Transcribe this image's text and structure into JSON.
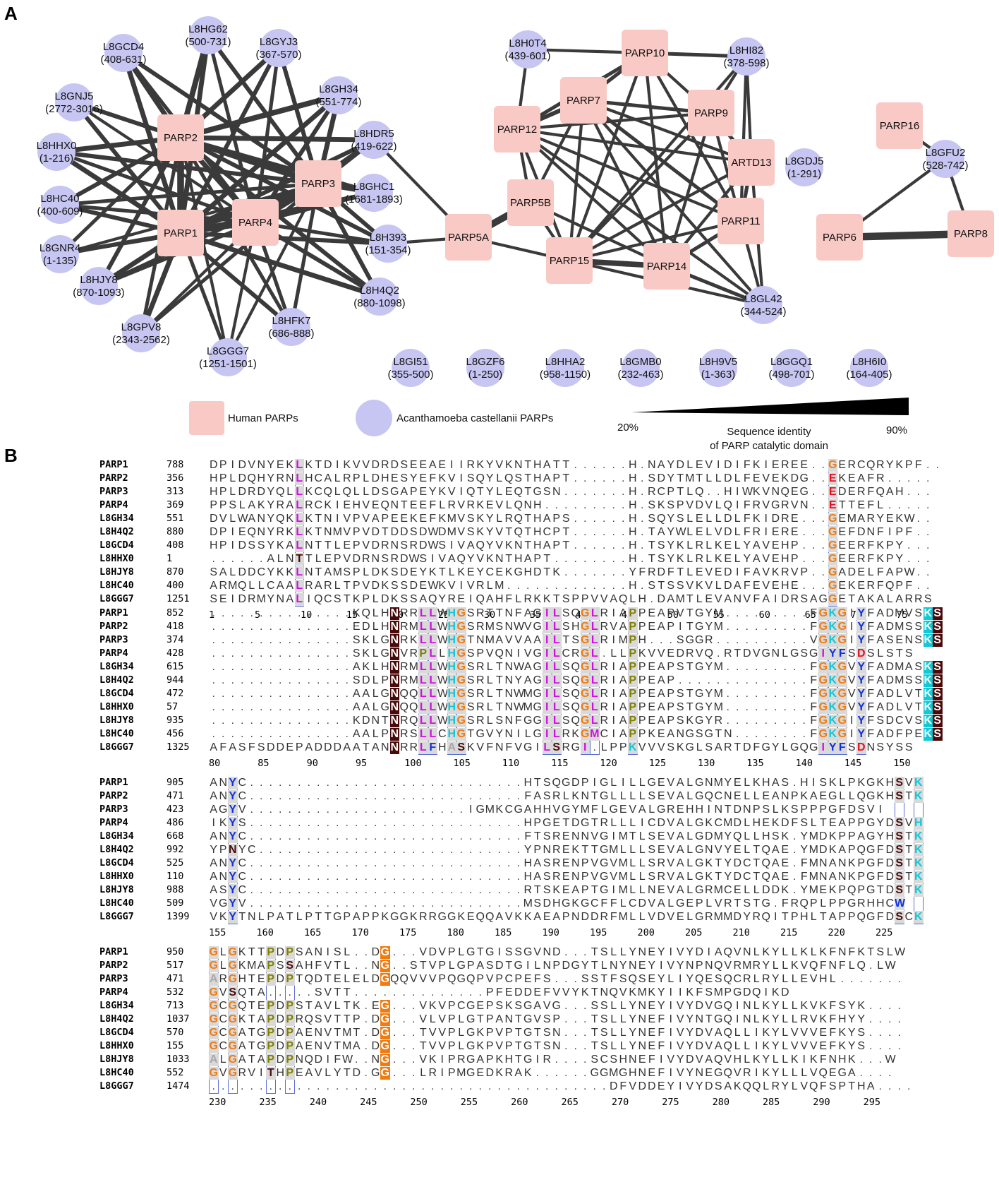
{
  "panel_a_label": "A",
  "panel_b_label": "B",
  "nodes": [
    {
      "id": "L8GCD4",
      "range": "(408-631)",
      "kind": "amoeba"
    },
    {
      "id": "L8HG62",
      "range": "(500-731)",
      "kind": "amoeba"
    },
    {
      "id": "L8GYJ3",
      "range": "(367-570)",
      "kind": "amoeba"
    },
    {
      "id": "L8GNJ5",
      "range": "(2772-3016)",
      "kind": "amoeba"
    },
    {
      "id": "L8GH34",
      "range": "(551-774)",
      "kind": "amoeba",
      "highlight": true
    },
    {
      "id": "L8HDR5",
      "range": "(419-622)",
      "kind": "amoeba"
    },
    {
      "id": "L8HHX0",
      "range": "(1-216)",
      "kind": "amoeba"
    },
    {
      "id": "L8GHC1",
      "range": "(1681-1893)",
      "kind": "amoeba"
    },
    {
      "id": "L8HC40",
      "range": "(400-609)",
      "kind": "amoeba"
    },
    {
      "id": "L8H393",
      "range": "(151-354)",
      "kind": "amoeba"
    },
    {
      "id": "L8GNR4",
      "range": "(1-135)",
      "kind": "amoeba"
    },
    {
      "id": "L8HJY8",
      "range": "(870-1093)",
      "kind": "amoeba"
    },
    {
      "id": "L8H4Q2",
      "range": "(880-1098)",
      "kind": "amoeba"
    },
    {
      "id": "L8GPV8",
      "range": "(2343-2562)",
      "kind": "amoeba"
    },
    {
      "id": "L8HFK7",
      "range": "(686-888)",
      "kind": "amoeba"
    },
    {
      "id": "L8GGG7",
      "range": "(1251-1501)",
      "kind": "amoeba"
    },
    {
      "id": "L8H0T4",
      "range": "(439-601)",
      "kind": "amoeba"
    },
    {
      "id": "L8HI82",
      "range": "(378-598)",
      "kind": "amoeba"
    },
    {
      "id": "L8GL42",
      "range": "(344-524)",
      "kind": "amoeba"
    },
    {
      "id": "L8GDJ5",
      "range": "(1-291)",
      "kind": "amoeba"
    },
    {
      "id": "L8GFU2",
      "range": "(528-742)",
      "kind": "amoeba"
    },
    {
      "id": "L8GI51",
      "range": "(355-500)",
      "kind": "amoeba"
    },
    {
      "id": "L8GZF6",
      "range": "(1-250)",
      "kind": "amoeba"
    },
    {
      "id": "L8HHA2",
      "range": "(958-1150)",
      "kind": "amoeba"
    },
    {
      "id": "L8GMB0",
      "range": "(232-463)",
      "kind": "amoeba"
    },
    {
      "id": "L8H9V5",
      "range": "(1-363)",
      "kind": "amoeba"
    },
    {
      "id": "L8GGQ1",
      "range": "(498-701)",
      "kind": "amoeba"
    },
    {
      "id": "L8H6I0",
      "range": "(164-405)",
      "kind": "amoeba"
    },
    {
      "id": "PARP1",
      "kind": "human"
    },
    {
      "id": "PARP2",
      "kind": "human"
    },
    {
      "id": "PARP3",
      "kind": "human"
    },
    {
      "id": "PARP4",
      "kind": "human"
    },
    {
      "id": "PARP5A",
      "kind": "human"
    },
    {
      "id": "PARP5B",
      "kind": "human"
    },
    {
      "id": "PARP7",
      "kind": "human"
    },
    {
      "id": "PARP9",
      "kind": "human"
    },
    {
      "id": "PARP10",
      "kind": "human"
    },
    {
      "id": "PARP11",
      "kind": "human"
    },
    {
      "id": "PARP12",
      "kind": "human"
    },
    {
      "id": "PARP14",
      "kind": "human"
    },
    {
      "id": "PARP15",
      "kind": "human"
    },
    {
      "id": "ARTD13",
      "kind": "human"
    },
    {
      "id": "PARP16",
      "kind": "human"
    },
    {
      "id": "PARP6",
      "kind": "human"
    },
    {
      "id": "PARP8",
      "kind": "human"
    }
  ],
  "edges": [
    [
      "PARP1",
      "PARP2",
      0.9
    ],
    [
      "PARP1",
      "PARP3",
      0.8
    ],
    [
      "PARP1",
      "PARP4",
      0.6
    ],
    [
      "PARP2",
      "PARP3",
      0.8
    ],
    [
      "PARP2",
      "PARP4",
      0.6
    ],
    [
      "PARP3",
      "PARP4",
      0.6
    ],
    [
      "PARP1",
      "L8GCD4",
      0.6
    ],
    [
      "PARP2",
      "L8GCD4",
      0.6
    ],
    [
      "PARP3",
      "L8GCD4",
      0.5
    ],
    [
      "PARP4",
      "L8GCD4",
      0.4
    ],
    [
      "PARP1",
      "L8HG62",
      0.6
    ],
    [
      "PARP2",
      "L8HG62",
      0.7
    ],
    [
      "PARP3",
      "L8HG62",
      0.5
    ],
    [
      "PARP4",
      "L8HG62",
      0.4
    ],
    [
      "PARP1",
      "L8GYJ3",
      0.5
    ],
    [
      "PARP2",
      "L8GYJ3",
      0.6
    ],
    [
      "PARP3",
      "L8GYJ3",
      0.5
    ],
    [
      "PARP4",
      "L8GYJ3",
      0.4
    ],
    [
      "PARP1",
      "L8GNJ5",
      0.5
    ],
    [
      "PARP2",
      "L8GNJ5",
      0.5
    ],
    [
      "PARP3",
      "L8GNJ5",
      0.4
    ],
    [
      "PARP4",
      "L8GNJ5",
      0.3
    ],
    [
      "PARP1",
      "L8GH34",
      0.6
    ],
    [
      "PARP2",
      "L8GH34",
      0.7
    ],
    [
      "PARP3",
      "L8GH34",
      0.6
    ],
    [
      "PARP4",
      "L8GH34",
      0.5
    ],
    [
      "PARP1",
      "L8HDR5",
      0.5
    ],
    [
      "PARP2",
      "L8HDR5",
      0.6
    ],
    [
      "PARP3",
      "L8HDR5",
      0.6
    ],
    [
      "PARP4",
      "L8HDR5",
      0.4
    ],
    [
      "PARP1",
      "L8HHX0",
      0.6
    ],
    [
      "PARP2",
      "L8HHX0",
      0.6
    ],
    [
      "PARP3",
      "L8HHX0",
      0.5
    ],
    [
      "PARP4",
      "L8HHX0",
      0.4
    ],
    [
      "PARP1",
      "L8GHC1",
      0.5
    ],
    [
      "PARP2",
      "L8GHC1",
      0.5
    ],
    [
      "PARP3",
      "L8GHC1",
      0.5
    ],
    [
      "PARP4",
      "L8GHC1",
      0.4
    ],
    [
      "PARP1",
      "L8HC40",
      0.5
    ],
    [
      "PARP2",
      "L8HC40",
      0.5
    ],
    [
      "PARP3",
      "L8HC40",
      0.4
    ],
    [
      "PARP4",
      "L8HC40",
      0.4
    ],
    [
      "PARP1",
      "L8H393",
      0.5
    ],
    [
      "PARP2",
      "L8H393",
      0.5
    ],
    [
      "PARP3",
      "L8H393",
      0.5
    ],
    [
      "PARP4",
      "L8H393",
      0.4
    ],
    [
      "PARP1",
      "L8GNR4",
      0.5
    ],
    [
      "PARP2",
      "L8GNR4",
      0.4
    ],
    [
      "PARP3",
      "L8GNR4",
      0.3
    ],
    [
      "PARP4",
      "L8GNR4",
      0.3
    ],
    [
      "PARP1",
      "L8HJY8",
      0.6
    ],
    [
      "PARP2",
      "L8HJY8",
      0.5
    ],
    [
      "PARP3",
      "L8HJY8",
      0.4
    ],
    [
      "PARP4",
      "L8HJY8",
      0.4
    ],
    [
      "PARP1",
      "L8H4Q2",
      0.6
    ],
    [
      "PARP2",
      "L8H4Q2",
      0.5
    ],
    [
      "PARP3",
      "L8H4Q2",
      0.5
    ],
    [
      "PARP4",
      "L8H4Q2",
      0.5
    ],
    [
      "PARP1",
      "L8GPV8",
      0.6
    ],
    [
      "PARP2",
      "L8GPV8",
      0.4
    ],
    [
      "PARP3",
      "L8GPV8",
      0.4
    ],
    [
      "PARP4",
      "L8GPV8",
      0.3
    ],
    [
      "PARP1",
      "L8HFK7",
      0.5
    ],
    [
      "PARP2",
      "L8HFK7",
      0.4
    ],
    [
      "PARP3",
      "L8HFK7",
      0.4
    ],
    [
      "PARP4",
      "L8HFK7",
      0.4
    ],
    [
      "PARP1",
      "L8GGG7",
      0.4
    ],
    [
      "PARP2",
      "L8GGG7",
      0.3
    ],
    [
      "PARP3",
      "L8GGG7",
      0.3
    ],
    [
      "PARP4",
      "L8GGG7",
      0.3
    ],
    [
      "L8HDR5",
      "PARP5A",
      0.3
    ],
    [
      "L8H393",
      "PARP5A",
      0.3
    ],
    [
      "PARP5A",
      "PARP5B",
      0.9
    ],
    [
      "PARP5A",
      "PARP15",
      0.3
    ],
    [
      "PARP5B",
      "PARP15",
      0.3
    ],
    [
      "PARP5B",
      "PARP12",
      0.3
    ],
    [
      "PARP5B",
      "PARP7",
      0.3
    ],
    [
      "PARP5B",
      "PARP14",
      0.3
    ],
    [
      "PARP12",
      "PARP7",
      0.5
    ],
    [
      "PARP12",
      "PARP10",
      0.4
    ],
    [
      "PARP12",
      "L8H0T4",
      0.3
    ],
    [
      "PARP12",
      "PARP9",
      0.3
    ],
    [
      "PARP12",
      "ARTD13",
      0.3
    ],
    [
      "PARP12",
      "PARP11",
      0.3
    ],
    [
      "PARP12",
      "PARP14",
      0.3
    ],
    [
      "PARP12",
      "PARP15",
      0.3
    ],
    [
      "PARP7",
      "PARP10",
      0.4
    ],
    [
      "PARP7",
      "PARP9",
      0.4
    ],
    [
      "PARP7",
      "ARTD13",
      0.3
    ],
    [
      "PARP7",
      "PARP11",
      0.4
    ],
    [
      "PARP7",
      "PARP14",
      0.3
    ],
    [
      "PARP7",
      "PARP15",
      0.3
    ],
    [
      "PARP7",
      "L8GL42",
      0.3
    ],
    [
      "PARP10",
      "L8H0T4",
      0.3
    ],
    [
      "PARP10",
      "L8HI82",
      0.4
    ],
    [
      "PARP10",
      "PARP9",
      0.3
    ],
    [
      "PARP10",
      "PARP11",
      0.3
    ],
    [
      "PARP10",
      "PARP15",
      0.3
    ],
    [
      "PARP10",
      "PARP14",
      0.3
    ],
    [
      "L8HI82",
      "PARP9",
      0.3
    ],
    [
      "L8HI82",
      "ARTD13",
      0.3
    ],
    [
      "L8HI82",
      "PARP11",
      0.3
    ],
    [
      "L8HI82",
      "PARP15",
      0.3
    ],
    [
      "PARP9",
      "ARTD13",
      0.4
    ],
    [
      "PARP9",
      "PARP11",
      0.3
    ],
    [
      "PARP9",
      "PARP14",
      0.3
    ],
    [
      "PARP9",
      "PARP15",
      0.3
    ],
    [
      "ARTD13",
      "PARP11",
      0.4
    ],
    [
      "ARTD13",
      "PARP14",
      0.3
    ],
    [
      "ARTD13",
      "PARP15",
      0.3
    ],
    [
      "ARTD13",
      "L8GL42",
      0.3
    ],
    [
      "PARP11",
      "PARP14",
      0.4
    ],
    [
      "PARP11",
      "PARP15",
      0.3
    ],
    [
      "PARP11",
      "L8GL42",
      0.3
    ],
    [
      "PARP14",
      "PARP15",
      0.7
    ],
    [
      "PARP14",
      "L8GL42",
      0.4
    ],
    [
      "PARP15",
      "L8GL42",
      0.3
    ],
    [
      "PARP12",
      "L8GL42",
      0.3
    ],
    [
      "PARP16",
      "L8GFU2",
      0.3
    ],
    [
      "L8GFU2",
      "PARP6",
      0.3
    ],
    [
      "L8GFU2",
      "PARP8",
      0.3
    ],
    [
      "PARP6",
      "PARP8",
      1.0
    ]
  ],
  "legend": {
    "human_label": "Human PARPs",
    "amoeba_label": "Acanthamoeba castellanii PARPs",
    "identity_min": "20%",
    "identity_max": "90%",
    "identity_title_1": "Sequence identity",
    "identity_title_2": "of PARP catalytic domain"
  },
  "alignment": {
    "names": [
      "PARP1",
      "PARP2",
      "PARP3",
      "PARP4",
      "L8GH34",
      "L8H4Q2",
      "L8GCD4",
      "L8HHX0",
      "L8HJY8",
      "L8HC40",
      "L8GGG7"
    ],
    "blocks": [
      {
        "starts": [
          "788",
          "356",
          "313",
          "369",
          "551",
          "880",
          "408",
          "1",
          "870",
          "400",
          "1251"
        ],
        "seqs": [
          "DPIDVNYEKLKTDIKVVDRDSEEAEIIRKYVKNTHATT......H.NAYDLEVIDIFKIEREE..GERCQRYKPF..",
          "HPLDQHYRNLHCALRPLDHESYEFKVISQYLQSTHAPT......H.SDYTMTLLDLFEVEKDG..EKEAFR.....",
          "HPLDRDYQLLKCQLQLLDSGAPEYKVIQTYLEQTGSN.......H.RCPTLQ..HIWKVNQEG..EDERFQAH...",
          "PPSLAKYRALRCKIEHVEQNTEEFLRVRKEVLQNH.........H.SKSPVDVLQIFRVGRVN..ETTEFL.....",
          "DVLWANYQKLKTNIVPVAPEEKEFKMVSKYLRQTHAPS......H.SQYSLELLDLFKIDRE...GEMARYEKW..",
          "DPIEQNYRKLKTNMVPVDTDDSDWDMVSKYVTQTHCPT......H.TAYWLELVDLFRIERE...GEFDNFIPF..",
          "HPIDSSYKALNTTLEPVDRNSRDWSIVAQYVKNTHAPT......H.TSYKLRLKELYAVEHP...GEERFKPY...",
          "......ALNTTLEPVDRNSRDWSIVAQYVKNTHAPT........H.TSYKLRLKELYAVEHP...GEERFKPY...",
          "SALDDCYKKLNTAMSPLDKSDEYKTLKEYCEKGHDTK.......YFRDFTLEVEDIFAVKRVP..GADELFAPW..",
          "ARMQLLCAALRARLTPVDKSSDEWKVIVRLM.............H.STSSVKVLDAFEVEHE...GEKERFQPF..",
          "SEIDRMYNALIQCSTKPLDKSSAQYREIQAHFLRKKTSPPVVAQLH.DAMTLEVANVFAIDRSAGGETAKALARRS"
        ],
        "ruler": [
          "1",
          "5",
          "10",
          "15",
          "20",
          "25",
          "30",
          "35",
          "40",
          "45",
          "50",
          "55",
          "60",
          "65",
          "70",
          "75"
        ]
      },
      {
        "starts": [
          "852",
          "418",
          "374",
          "428",
          "615",
          "944",
          "472",
          "57",
          "935",
          "456",
          "1325"
        ],
        "seqs": [
          "...............KQLHNRRLLWHGSRTTNFAGILSQGLRIAPPEAPVTGYM.........FGKGIYFADMVSKS",
          "...............EDLHNRMLLWHGSRMSNWVGILSHGLRVAPPEAPITGYM.........FGKGIYFADMSSKS",
          "...............SKLGNRKLLWHGTNMAVVAAILTSGLRIMPH...SGGR..........VGKGIYFASENSKS",
          "...............SKLGNVRPLLHGSPVQNIVGILCRGL.LLPKVVEDRVQ.RTDVGNLGSGIYFSDSLSTS",
          "...............AKLHNRMLLWHGSRLTNWAGILSQGLRIAPPEAPSTGYM.........FGKGVYFADMASKS",
          "...............SDLPNRMLLWHGSRLTNYAGILSQGLRIAPPEAP..............FGKGVYFADMSSKS",
          "...............AALGNQQLLWHGSRLTNWMGILSQGLRIAPPEAPSTGYM.........FGKGVYFADLVTKS",
          "...............AALGNQQLLWHGSRLTNWMGILSQGLRIAPPEAPSTGYM.........FGKGVYFADLVTKS",
          "...............KDNTNRQLLWHGSRLSNFGGILSQGLRIAPPEAPSKGYR.........FGKGIYFSDCVSKS",
          "...............AALPNRSLLCHGTGVYNILGILRKGMCIAPPKEANGSGTN........FGKGIYFADFPEKS",
          "AFASFSDDEPADDDAATANNRRLFHASKVFNFVGILSRGI.LPPKVVVSKGLSARTDFGYLGQGIYFSDNSYSS"
        ],
        "ruler": [
          "80",
          "85",
          "90",
          "95",
          "100",
          "105",
          "110",
          "115",
          "120",
          "125",
          "130",
          "135",
          "140",
          "145",
          "150"
        ]
      },
      {
        "starts": [
          "905",
          "471",
          "423",
          "486",
          "668",
          "992",
          "525",
          "110",
          "988",
          "509",
          "1399"
        ],
        "seqs": [
          "ANYC.............................HTSQGDPIGLILLGEVALGNMYELKHAS.HISKLPKGKHSVK",
          "ANYC.............................FASRLKNTGLLLLSEVALGQCNELLEANPKAEGLLQGKHSTK",
          "AGYV.......................IGMKCGAHHVGYMFLGEVALGREHHINTDNPSLKSPPPGFDSVI",
          "IKYS.............................HPGETDGTRLLLICDVALGKCMDLHEKDFSLTEAPPGYDSVH",
          "ANYC.............................FTSRENNVGIMTLSEVALGDMYQLLHSK.YMDKPPAGYHSTK",
          "YPNYC............................YPNREKTTGMLLLSEVALGNVYELTQAE.YMDKAPQGFDSTK",
          "ANYC.............................HASRENPVGVMLLSRVALGKTYDCTQAE.FMNANKPGFDSTK",
          "ANYC.............................HASRENPVGVMLLSRVALGKTYDCTQAE.FMNANKPGFDSTK",
          "ASYC.............................RTSKEAPTGIMLLNEVALGRMCELLDDK.YMEKPQPGTDSTK",
          "VGYV.............................MSDHGKGCFFLCDVALGEPLVRTSTG.FRQPLPPGRHHCW",
          "VKYTNLPATLPTTGPAPPKGGKRRGGKEQQAVKKAEAPNDDRFMLLVDVELGRMMDYRQITPHLTAPPQGFDSCK"
        ],
        "ruler": [
          "155",
          "160",
          "165",
          "170",
          "175",
          "180",
          "185",
          "190",
          "195",
          "200",
          "205",
          "210",
          "215",
          "220",
          "225"
        ]
      },
      {
        "starts": [
          "950",
          "517",
          "471",
          "532",
          "713",
          "1037",
          "570",
          "155",
          "1033",
          "552",
          "1474"
        ],
        "seqs": [
          "GLGKTTPDPSANISL..DG...VDVPLGTGISSGVND...TSLLYNEYIVYDIAQVNLKYLLKLKFNFKTSLW",
          "GLGKMAPSSAHFVTL..NG..STVPLGPASDTGILNPDGYTLNYNEYIVYNPNQVRMRYLLKVQFNFLQ.LW",
          "ARGHTEPDPTQDTELELDGQQVVVPQGQPVPCPEFS...SSTFSQSEYLIYQESQCRLRYLLEVHL.......",
          "GVSQTA.....SVTT..............PFEDDEFVVYKTNQVKMKYIIKFSMPGDQIKD",
          "GCGQTEPDPSTAVLTK.EG...VKVPCGEPSKSGAVG...SSLLYNEYIVYDVGQINLKYLLKVKFSYK....",
          "GCGKTAPDPRQSVTTP.DG...VLVPLGTPANTGVSP...TSLLYNEFIVYNTGQINLKYLLRVKFHYY....",
          "GCGATGPDPAENVTMT.DG...TVVPLGKPVPTGTSN...TSLLYNEFIVYDVAQLLIKYLVVVEFKYS....",
          "GCGATGPDPAENVTMA.DG...TVVPLGKPVPTGTSN...TSLLYNEFIVYDVAQLLIKYLVVVEFKYS....",
          "ALGATAPDPNQDIFW..NG...VKIPRGAPKHTGIR....SCSHNEFIVYDVAQVHLKYLLKIKFNHK...W",
          "GVGRVITHPEAVLYTD.GG...LRIPMGEDKRAK......GGMGHNEFIVYNEGQVRIKYLLLVQEGA....",
          "..........................................DFVDDEYIVYDSAKQQLRYLVQFSPTHA...."
        ],
        "ruler": [
          "230",
          "235",
          "240",
          "245",
          "250",
          "255",
          "260",
          "265",
          "270",
          "275",
          "280",
          "285",
          "290",
          "295"
        ]
      }
    ]
  }
}
